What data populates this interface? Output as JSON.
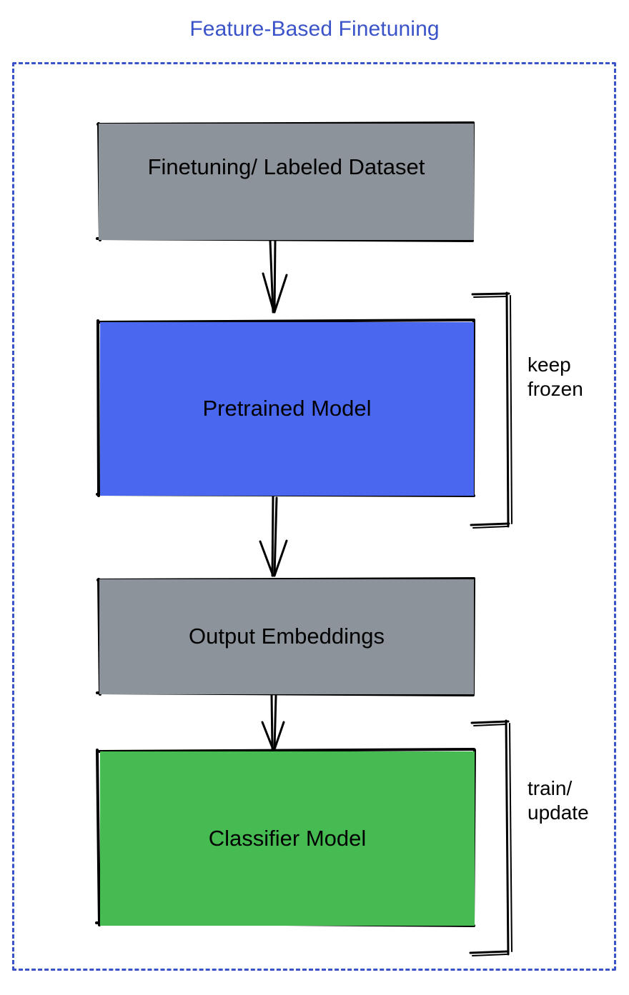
{
  "title": "Feature-Based Finetuning",
  "theme": {
    "title_color": "#3a53c8",
    "frame_color": "#3a53c8",
    "gray_fill": "#8c939b",
    "blue_fill": "#4a68ef",
    "green_fill": "#45bb52",
    "stroke_color": "#000000",
    "background": "#ffffff"
  },
  "nodes": [
    {
      "id": "dataset",
      "label": "Finetuning/ Labeled Dataset",
      "fill": "#8c939b"
    },
    {
      "id": "pretrained",
      "label": "Pretrained Model",
      "fill": "#4a68ef"
    },
    {
      "id": "embeddings",
      "label": "Output Embeddings",
      "fill": "#8c939b"
    },
    {
      "id": "classifier",
      "label": "Classifier Model",
      "fill": "#45bb52"
    }
  ],
  "annotations": [
    {
      "id": "keep-frozen",
      "text": "keep\nfrozen",
      "target": "pretrained"
    },
    {
      "id": "train-update",
      "text": "train/\nupdate",
      "target": "classifier"
    }
  ],
  "edges": [
    {
      "from": "dataset",
      "to": "pretrained",
      "style": "arrow-down"
    },
    {
      "from": "pretrained",
      "to": "embeddings",
      "style": "arrow-down"
    },
    {
      "from": "embeddings",
      "to": "classifier",
      "style": "arrow-down"
    }
  ]
}
